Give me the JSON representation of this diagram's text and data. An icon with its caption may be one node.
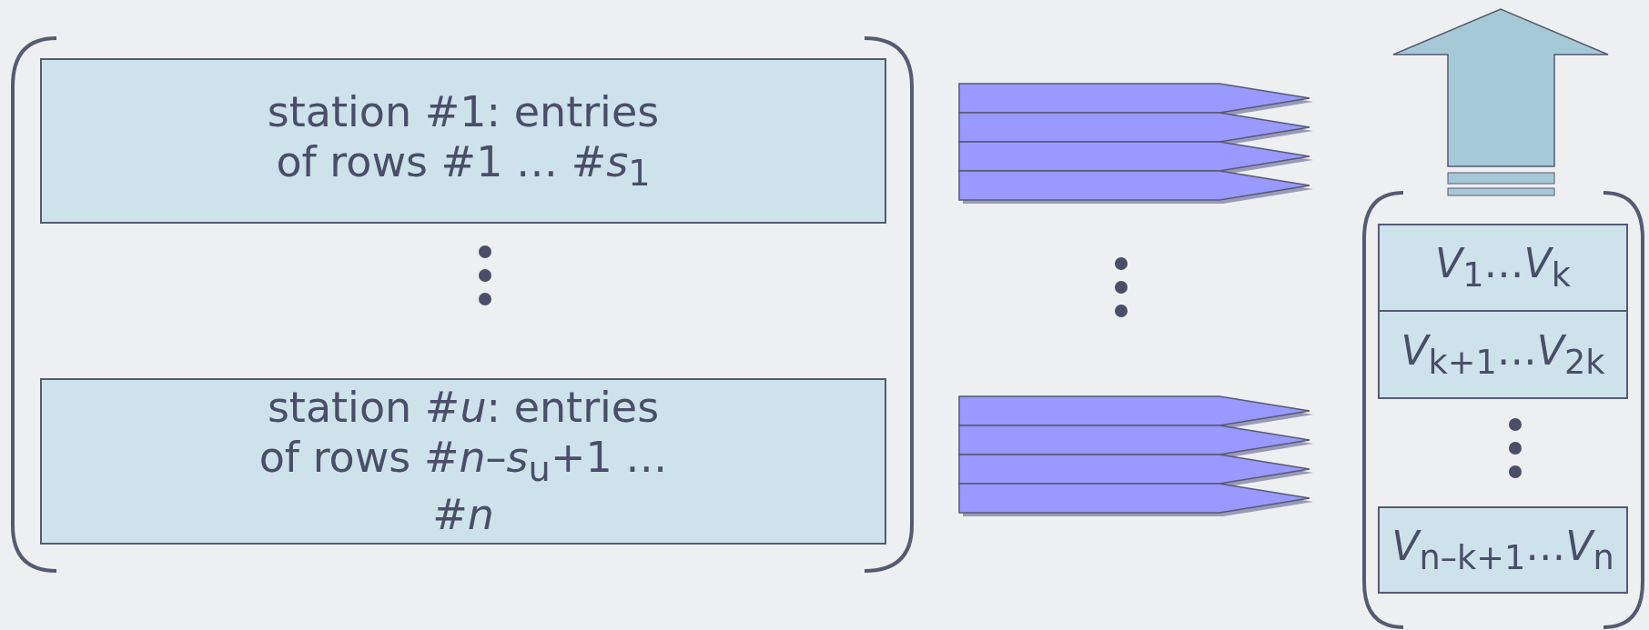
{
  "diagram": {
    "nodes": [
      {
        "text": [
          "station #1: entries of rows #1 … #*s*$_{1}$"
        ]
      },
      {
        "text": [
          "station #*u*: entries of rows #*n*–*s*$_{u}$+1 … #*n*"
        ]
      },
      {
        "text": [
          "*V*$_{1}$…*V*$_{k}$"
        ]
      },
      {
        "text": [
          "*V*$_{k+1}$…*V*$_{2k}$"
        ]
      },
      {
        "text": [
          "*V*$_{n–k+1}$…*V*$_{n}$"
        ]
      }
    ]
  }
}
